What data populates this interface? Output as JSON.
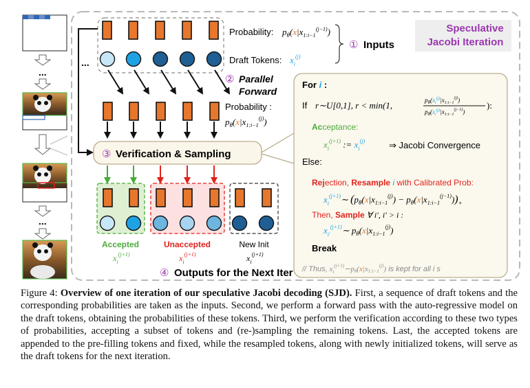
{
  "title": {
    "line1": "Speculative",
    "line2": "Jacobi Iteration"
  },
  "inputs": {
    "probability_label": "Probability:",
    "draft_label": "Draft Tokens:",
    "step_number": "①",
    "step_label": "Inputs"
  },
  "forward": {
    "step_number": "②",
    "line1": "Parallel",
    "line2": "Forward",
    "probability_label": "Probability :"
  },
  "verify": {
    "step_number": "③",
    "label": "Verification & Sampling"
  },
  "outputs": {
    "accepted_label": "Accepted",
    "unaccepted_label": "Unaccepted",
    "newinit_label": "New Init",
    "step_number": "④",
    "step_label": "Outputs for the Next Iter"
  },
  "algorithm": {
    "for_word": "For",
    "index": "i",
    "if_word": "If",
    "acceptance_prefix": "Ac",
    "acceptance_rest": "ceptance:",
    "jacobi_convergence": "⇒ Jacobi Convergence",
    "else_word": "Else:",
    "rejection_prefix": "Rej",
    "rejection_rest": "ection,",
    "resample": "Resample",
    "calibrated": "with Calibrated Prob:",
    "then": "Then,",
    "sample": "Sample",
    "break_word": "Break",
    "thus_prefix": "// Thus,",
    "thus_suffix": "is kept for all i s"
  },
  "colors": {
    "orange": "#e8772e",
    "light_blue": "#c7e6f7",
    "mid_blue": "#1fa2e3",
    "dark_blue": "#1f5f93",
    "purple": "#9b37b0",
    "green": "#4aab3a",
    "red": "#e0221c",
    "panel_border": "#b9ad8e",
    "panel_fill": "#fbf8ee"
  },
  "caption": {
    "figure_label": "Figure 4:",
    "bold_text": "Overview of one iteration of our speculative Jacobi decoding (SJD).",
    "body": "First, a sequence of draft tokens and the corresponding probabilities are taken as the inputs. Second, we perform a forward pass with the auto-regressive model on the draft tokens, obtaining the probabilities of these tokens. Third, we perform the verification according to these two types of probabilities, accepting a subset of tokens and (re-)sampling the remaining tokens. Last, the accepted tokens are appended to the pre-filling tokens and fixed, while the resampled tokens, along with newly initialized tokens, will serve as the draft tokens for the next iteration."
  }
}
